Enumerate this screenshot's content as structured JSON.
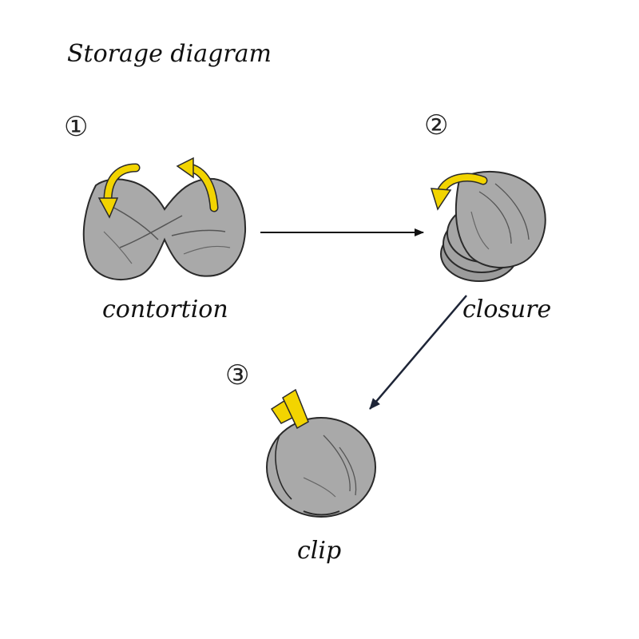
{
  "title": "Storage diagram",
  "steps": [
    {
      "number": "①",
      "label": "contortion"
    },
    {
      "number": "②",
      "label": "closure"
    },
    {
      "number": "③",
      "label": "clip"
    }
  ],
  "colors": {
    "pouch": "#a9a9a9",
    "outline": "#2a2a2a",
    "arrow_yellow": "#f2d400",
    "flow_arrow_1": "#111111",
    "flow_arrow_2": "#1e2537"
  }
}
